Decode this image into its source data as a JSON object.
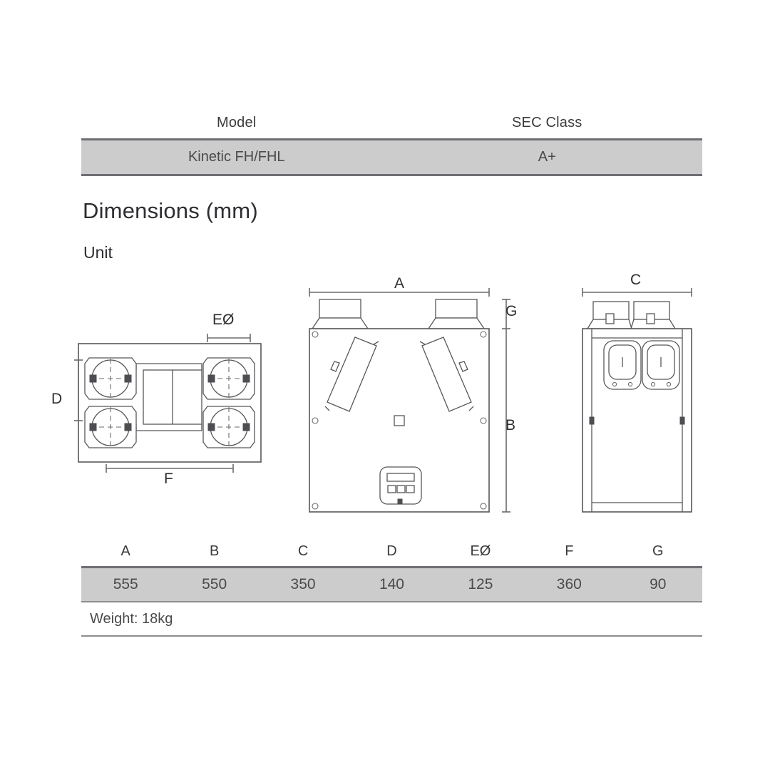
{
  "spec_table": {
    "headers": [
      "Model",
      "SEC Class"
    ],
    "row": [
      "Kinetic FH/FHL",
      "A+"
    ]
  },
  "headings": {
    "dimensions": "Dimensions (mm)",
    "unit": "Unit"
  },
  "drawing_labels": {
    "top_view": {
      "e_diameter": "EØ",
      "d": "D",
      "f": "F"
    },
    "front_view": {
      "a": "A",
      "b": "B",
      "g": "G"
    },
    "side_view": {
      "c": "C"
    }
  },
  "dimension_table": {
    "headers": [
      "A",
      "B",
      "C",
      "D",
      "EØ",
      "F",
      "G"
    ],
    "values": [
      "555",
      "550",
      "350",
      "140",
      "125",
      "360",
      "90"
    ],
    "weight": "Weight: 18kg"
  },
  "colors": {
    "band": "#cccccc",
    "rule": "#6f6f73",
    "line": "#58585b",
    "text": "#3b3b3b"
  }
}
